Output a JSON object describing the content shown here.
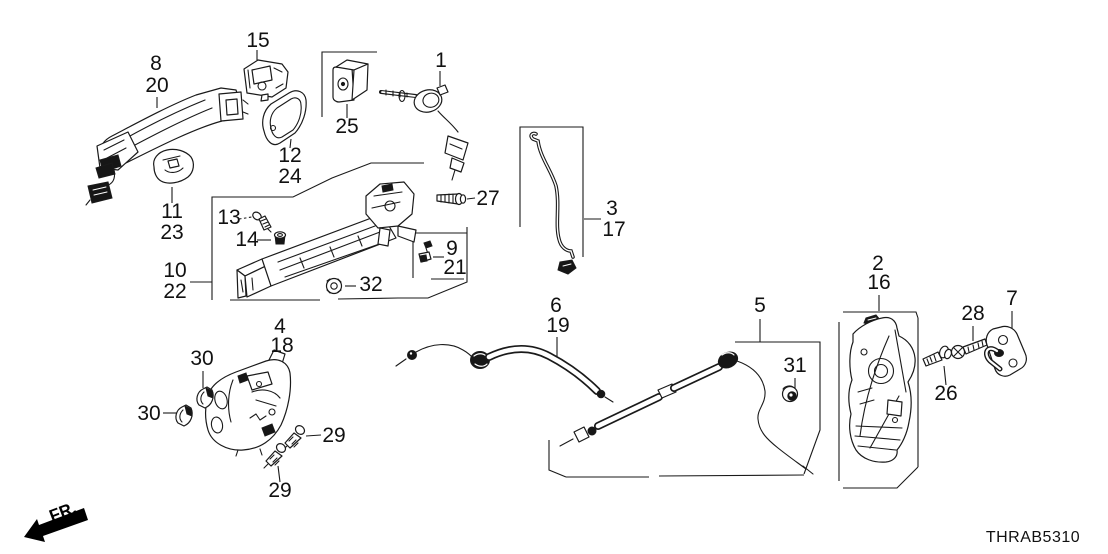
{
  "diagram": {
    "code": "THRAB5310",
    "direction_label": "FR.",
    "background_color": "#ffffff",
    "line_color": "#1a1a1a"
  },
  "callouts": [
    {
      "text": "8"
    },
    {
      "text": "20"
    },
    {
      "text": "15"
    },
    {
      "text": "1"
    },
    {
      "text": "25"
    },
    {
      "text": "12"
    },
    {
      "text": "24"
    },
    {
      "text": "11"
    },
    {
      "text": "23"
    },
    {
      "text": "13"
    },
    {
      "text": "14"
    },
    {
      "text": "10"
    },
    {
      "text": "22"
    },
    {
      "text": "27"
    },
    {
      "text": "9"
    },
    {
      "text": "21"
    },
    {
      "text": "32"
    },
    {
      "text": "3"
    },
    {
      "text": "17"
    },
    {
      "text": "2"
    },
    {
      "text": "16"
    },
    {
      "text": "6"
    },
    {
      "text": "19"
    },
    {
      "text": "5"
    },
    {
      "text": "31"
    },
    {
      "text": "28"
    },
    {
      "text": "7"
    },
    {
      "text": "26"
    },
    {
      "text": "4"
    },
    {
      "text": "18"
    },
    {
      "text": "30"
    },
    {
      "text": "30"
    },
    {
      "text": "29"
    },
    {
      "text": "29"
    }
  ]
}
